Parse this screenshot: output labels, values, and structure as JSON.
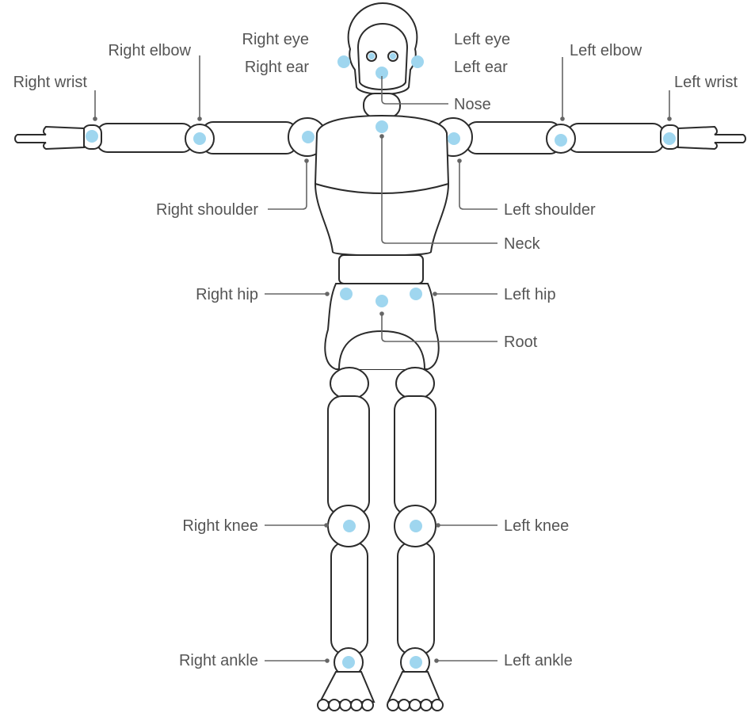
{
  "labels": {
    "right_eye": "Right eye",
    "right_ear": "Right ear",
    "left_eye": "Left eye",
    "left_ear": "Left ear",
    "nose": "Nose",
    "right_elbow": "Right elbow",
    "left_elbow": "Left elbow",
    "right_wrist": "Right wrist",
    "left_wrist": "Left wrist",
    "right_shoulder": "Right shoulder",
    "left_shoulder": "Left shoulder",
    "neck": "Neck",
    "right_hip": "Right hip",
    "left_hip": "Left hip",
    "root": "Root",
    "right_knee": "Right knee",
    "left_knee": "Left knee",
    "right_ankle": "Right ankle",
    "left_ankle": "Left ankle"
  },
  "colors": {
    "joint_marker": "#9fd6ef",
    "outline": "#2b2b2b",
    "label_text": "#555555",
    "leader_line": "#666666"
  }
}
